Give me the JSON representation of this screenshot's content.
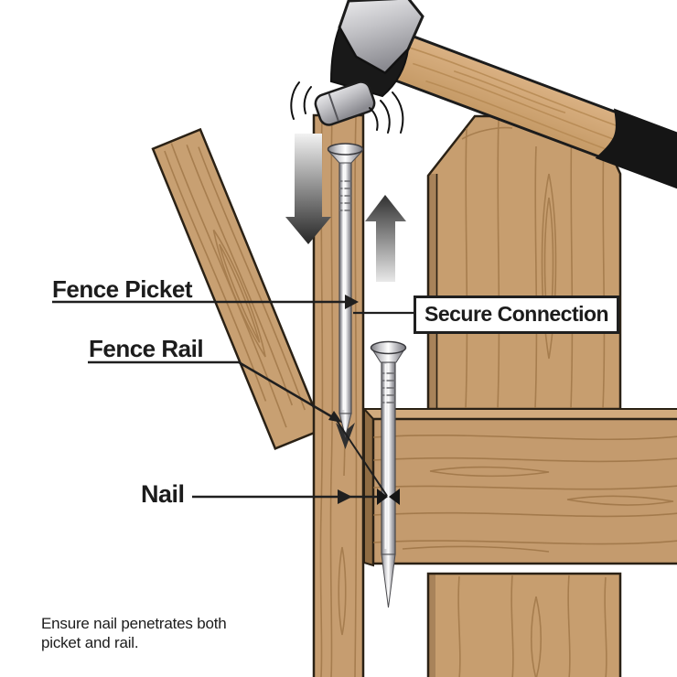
{
  "labels": {
    "fence_picket": "Fence Picket",
    "fence_rail": "Fence Rail",
    "nail": "Nail",
    "secure_connection": "Secure Connection"
  },
  "caption": {
    "line1": "Ensure nail penetrates both",
    "line2": "picket and rail."
  },
  "colors": {
    "wood_base": "#c79e6f",
    "wood_grain": "#9c7344",
    "wood_side": "#8f6c43",
    "outline": "#2a2115",
    "metal_light": "#ffffff",
    "metal_dark": "#77777c",
    "handle_wood": "#d3a875",
    "hammer_black": "#171717",
    "text": "#1c1c1c"
  }
}
